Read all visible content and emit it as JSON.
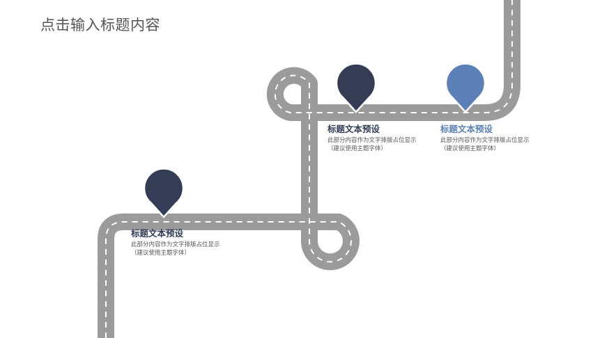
{
  "slide": {
    "title": "点击输入标题内容"
  },
  "colors": {
    "road": "#9b9b9b",
    "road_marking": "#ffffff",
    "pin_dark": "#343c56",
    "pin_blue": "#5b80b8",
    "title_text": "#555555"
  },
  "milestones": [
    {
      "pin_icon": "map-pin-icon",
      "pin_color": "#343c56",
      "title": "标题文本预设",
      "body_line1": "此部分内容作为文字排版占位显示",
      "body_line2": "（建议使用主题字体）"
    },
    {
      "pin_icon": "map-pin-icon",
      "pin_color": "#343c56",
      "title": "标题文本预设",
      "body_line1": "此部分内容作为文字排版占位显示",
      "body_line2": "（建议使用主题字体）"
    },
    {
      "pin_icon": "map-pin-icon",
      "pin_color": "#5b80b8",
      "title": "标题文本预设",
      "body_line1": "此部分内容作为文字排版占位显示",
      "body_line2": "（建议使用主题字体）"
    }
  ]
}
